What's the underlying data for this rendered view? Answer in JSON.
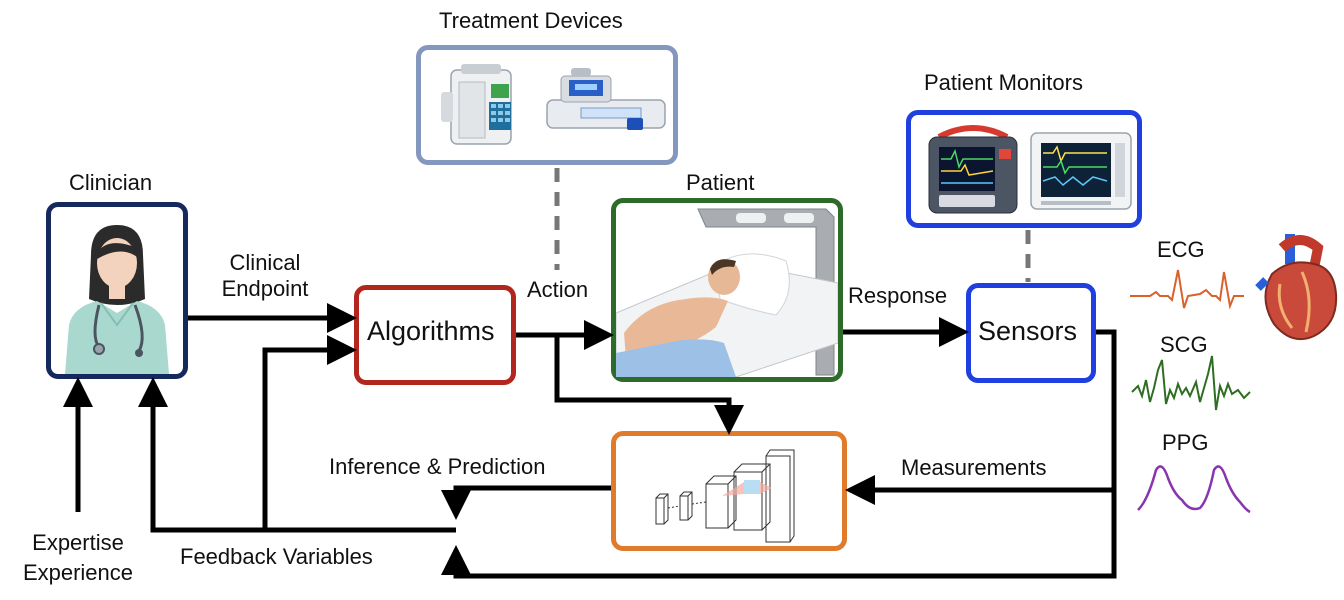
{
  "labels": {
    "treatment_devices": "Treatment Devices",
    "patient_monitors": "Patient Monitors",
    "clinician": "Clinician",
    "patient": "Patient",
    "clinical_endpoint_1": "Clinical",
    "clinical_endpoint_2": "Endpoint",
    "action": "Action",
    "response": "Response",
    "algorithms": "Algorithms",
    "sensors": "Sensors",
    "inference": "Inference & Prediction",
    "measurements": "Measurements",
    "feedback": "Feedback Variables",
    "expertise": "Expertise",
    "experience": "Experience",
    "ecg": "ECG",
    "scg": "SCG",
    "ppg": "PPG"
  },
  "colors": {
    "clinician_border": "#15295c",
    "algorithms_border": "#b3261e",
    "patient_border": "#2e6b2a",
    "sensors_border": "#1f3fe0",
    "monitors_border": "#1f3fe0",
    "treatment_border": "#8497bf",
    "model_border": "#e07b2c",
    "ecg_wave": "#d9622a",
    "scg_wave": "#2f6e22",
    "ppg_wave": "#8a35b0"
  }
}
